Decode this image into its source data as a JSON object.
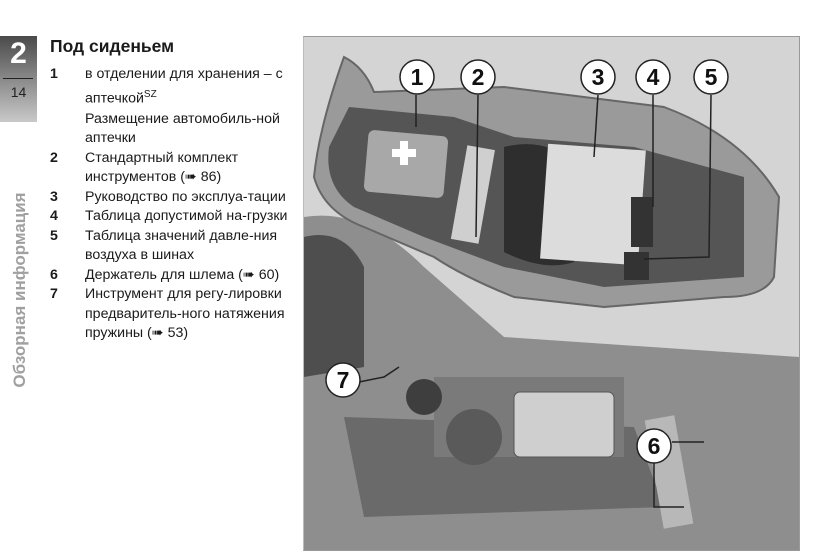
{
  "sidebar": {
    "chapter": "2",
    "page": "14",
    "section": "Обзорная информация"
  },
  "title": "Под сиденьем",
  "items": [
    {
      "num": "1",
      "text": "в отделении для хранения – с аптечкой",
      "sup": "SZ",
      "note": "Размещение автомобиль-ной аптечки"
    },
    {
      "num": "2",
      "text": "Стандартный комплект инструментов  (➠ 86)"
    },
    {
      "num": "3",
      "text": "Руководство по эксплуа-тации"
    },
    {
      "num": "4",
      "text": "Таблица допустимой на-грузки"
    },
    {
      "num": "5",
      "text": "Таблица значений давле-ния воздуха в шинах"
    },
    {
      "num": "6",
      "text": "Держатель для шлема (➠ 60)"
    },
    {
      "num": "7",
      "text": "Инструмент для регу-лировки предваритель-ного натяжения пружины (➠ 53)"
    }
  ],
  "figure": {
    "callouts": [
      "1",
      "2",
      "3",
      "4",
      "5",
      "6",
      "7"
    ]
  }
}
